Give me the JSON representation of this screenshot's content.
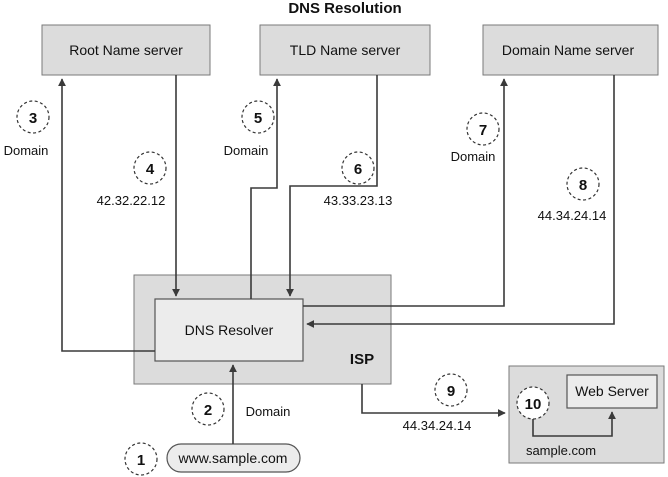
{
  "title": "DNS Resolution",
  "servers": {
    "root": "Root Name server",
    "tld": "TLD Name server",
    "domain": "Domain Name server"
  },
  "resolver": "DNS Resolver",
  "isp": "ISP",
  "web_server": "Web Server",
  "site": "sample.com",
  "client": "www.sample.com",
  "labels": {
    "domain": "Domain",
    "ip_root": "42.32.22.12",
    "ip_tld": "43.33.23.13",
    "ip_domain": "44.34.24.14",
    "ip_isp": "44.34.24.14"
  },
  "steps": [
    "1",
    "2",
    "3",
    "4",
    "5",
    "6",
    "7",
    "8",
    "9",
    "10"
  ],
  "colors": {
    "box_fill": "#dcdcdc",
    "inner_fill": "#ececec",
    "line": "#3a3a3a"
  }
}
